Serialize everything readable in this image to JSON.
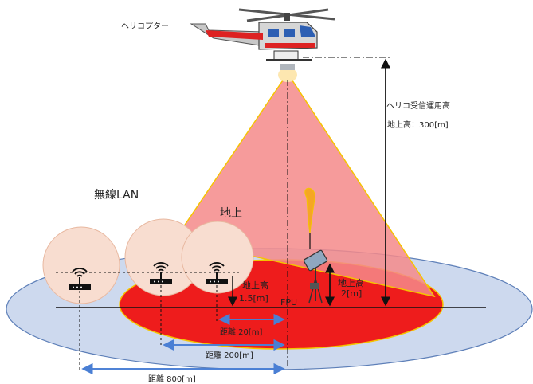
{
  "labels": {
    "helicopter": "ヘリコプター",
    "wireless_lan": "無線LAN",
    "ground": "地上",
    "heli_altitude_line1": "ヘリコ受信運用高",
    "heli_altitude_line2": "地上高：300[m]",
    "lan_height_line1": "地上高",
    "lan_height_line2": "1.5[m]",
    "fpu_height_line1": "地上高",
    "fpu_height_line2": "2[m]",
    "fpu": "FPU",
    "dist_20": "距離 20[m]",
    "dist_200": "距離 200[m]",
    "dist_800": "距離 800[m]"
  },
  "colors": {
    "outer_zone": "#cdd9ee",
    "inner_zone": "#ee1c1c",
    "beam": "#f48a8a",
    "beam_edge": "#f5c400",
    "lan_coverage": "#f8ddd0",
    "dimension_arrow": "#4a7fd4",
    "balloon": "#f5a623"
  }
}
